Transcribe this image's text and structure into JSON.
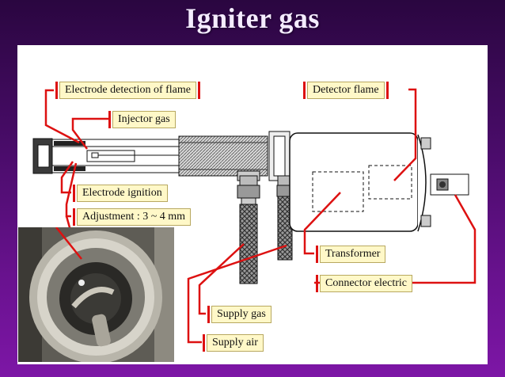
{
  "title": "Igniter gas",
  "labels": {
    "electrode_detection": "Electrode detection of flame",
    "detector_flame": "Detector flame",
    "injector_gas": "Injector gas",
    "electrode_ignition": "Electrode ignition",
    "adjustment": "Adjustment : 3 ~ 4 mm",
    "transformer": "Transformer",
    "connector_electric": "Connector electric",
    "supply_gas": "Supply gas",
    "supply_air": "Supply air"
  },
  "colors": {
    "background": "#4a0c6a",
    "title": "#f4ecff",
    "label_fill": "#fff8c8",
    "leader_line": "#dd1111"
  }
}
